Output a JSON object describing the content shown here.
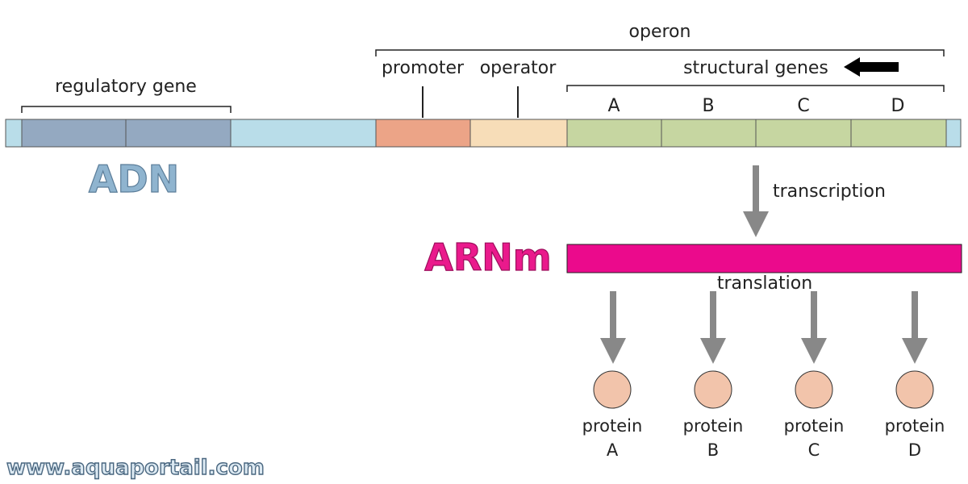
{
  "labels": {
    "operon": "operon",
    "regulatory_gene": "regulatory gene",
    "promoter": "promoter",
    "operator": "operator",
    "structural_genes": "structural genes",
    "gene_a": "A",
    "gene_b": "B",
    "gene_c": "C",
    "gene_d": "D",
    "adn": "ADN",
    "arnm": "ARNm",
    "transcription": "transcription",
    "translation": "translation",
    "protein_word": "protein",
    "protein_a": "A",
    "protein_b": "B",
    "protein_c": "C",
    "protein_d": "D"
  },
  "watermark": "www.aquaportail.com",
  "colors": {
    "regulatory": "#94a9c1",
    "spacer": "#b9dde9",
    "promoter": "#eca487",
    "operator": "#f7ddb8",
    "structural": "#c6d6a1",
    "mrna": "#eb0a8c",
    "protein": "#f2c4ab",
    "arrow": "#888888"
  },
  "icons": {
    "direction": "left-arrow-icon"
  }
}
